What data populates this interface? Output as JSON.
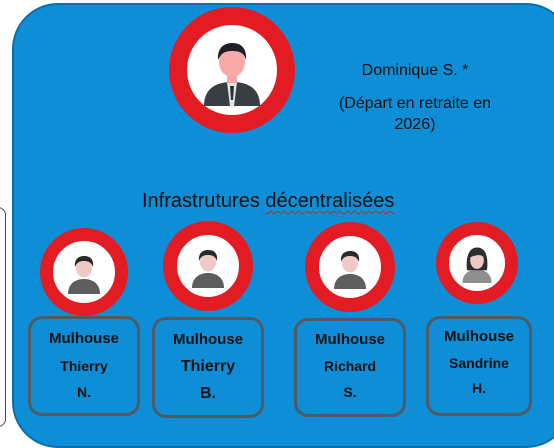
{
  "manager": {
    "name": "Dominique S. *",
    "note": "(Départ en retraite en 2026)",
    "avatar_icon": "man-suit-avatar-icon"
  },
  "section": {
    "title_part1": "Infrastrutures",
    "title_part2": "décentralisées"
  },
  "team": [
    {
      "site": "Mulhouse",
      "first_name": "Thierry",
      "initial": "N.",
      "avatar_icon": "man-avatar-icon"
    },
    {
      "site": "Mulhouse",
      "first_name": "Thierry",
      "initial": "B.",
      "avatar_icon": "man-avatar-icon"
    },
    {
      "site": "Mulhouse",
      "first_name": "Richard",
      "initial": "S.",
      "avatar_icon": "man-avatar-icon"
    },
    {
      "site": "Mulhouse",
      "first_name": "Sandrine",
      "initial": "H.",
      "avatar_icon": "woman-avatar-icon"
    }
  ],
  "colors": {
    "panel": "#0d8ed6",
    "ring": "#e31b23",
    "card_border": "#4f5a63"
  }
}
